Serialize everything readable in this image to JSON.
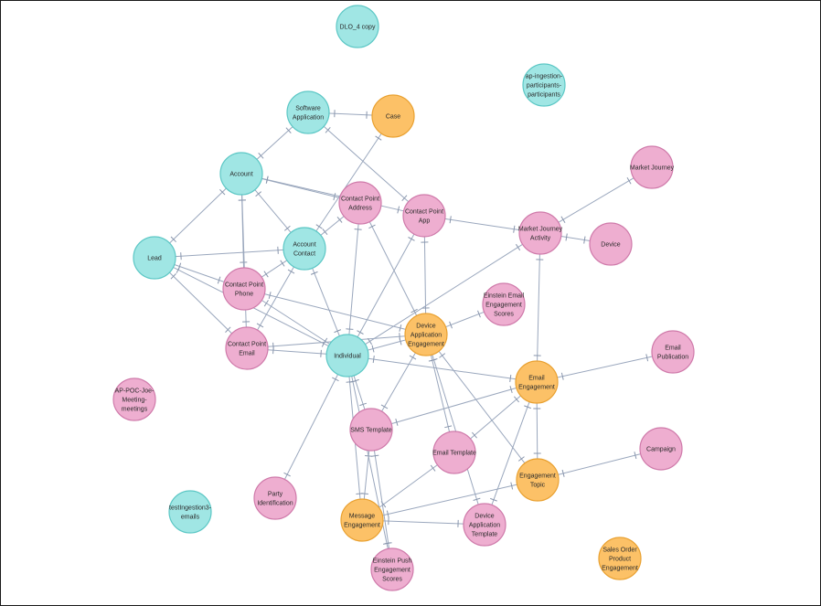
{
  "nodes": [
    {
      "id": "dlo4",
      "lines": [
        "DLO_4 copy"
      ],
      "cat": "blue"
    },
    {
      "id": "apingest",
      "lines": [
        "ap-ingestion-",
        "participants-",
        "participants"
      ],
      "cat": "blue"
    },
    {
      "id": "software",
      "lines": [
        "Software",
        "Application"
      ],
      "cat": "blue"
    },
    {
      "id": "case",
      "lines": [
        "Case"
      ],
      "cat": "orange"
    },
    {
      "id": "account",
      "lines": [
        "Account"
      ],
      "cat": "blue"
    },
    {
      "id": "cpaddress",
      "lines": [
        "Contact Point",
        "Address"
      ],
      "cat": "pink"
    },
    {
      "id": "cpapp",
      "lines": [
        "Contact Point",
        "App"
      ],
      "cat": "pink"
    },
    {
      "id": "marketjourney",
      "lines": [
        "Market Journey"
      ],
      "cat": "pink"
    },
    {
      "id": "mjactivity",
      "lines": [
        "Market Journey",
        "Activity"
      ],
      "cat": "pink"
    },
    {
      "id": "device",
      "lines": [
        "Device"
      ],
      "cat": "pink"
    },
    {
      "id": "lead",
      "lines": [
        "Lead"
      ],
      "cat": "blue"
    },
    {
      "id": "acctcontact",
      "lines": [
        "Account",
        "Contact"
      ],
      "cat": "blue"
    },
    {
      "id": "cpphone",
      "lines": [
        "Contact Point",
        "Phone"
      ],
      "cat": "pink"
    },
    {
      "id": "einsteinemail",
      "lines": [
        "Einstein Email",
        "Engagement",
        "Scores"
      ],
      "cat": "pink"
    },
    {
      "id": "devappeng",
      "lines": [
        "Device",
        "Application",
        "Engagement"
      ],
      "cat": "orange"
    },
    {
      "id": "cpemail",
      "lines": [
        "Contact Point",
        "Email"
      ],
      "cat": "pink"
    },
    {
      "id": "individual",
      "lines": [
        "Individual"
      ],
      "cat": "blue"
    },
    {
      "id": "emailpub",
      "lines": [
        "Email",
        "Publication"
      ],
      "cat": "pink"
    },
    {
      "id": "emaileng",
      "lines": [
        "Email",
        "Engagement"
      ],
      "cat": "orange"
    },
    {
      "id": "appoc",
      "lines": [
        "AP-POC-Joe-",
        "Meeting-",
        "meetings"
      ],
      "cat": "pink"
    },
    {
      "id": "smstemplate",
      "lines": [
        "SMS Template"
      ],
      "cat": "pink"
    },
    {
      "id": "emailtemplate",
      "lines": [
        "Email Template"
      ],
      "cat": "pink"
    },
    {
      "id": "campaign",
      "lines": [
        "Campaign"
      ],
      "cat": "pink"
    },
    {
      "id": "engtopic",
      "lines": [
        "Engagement",
        "Topic"
      ],
      "cat": "orange"
    },
    {
      "id": "partyid",
      "lines": [
        "Party",
        "Identification"
      ],
      "cat": "pink"
    },
    {
      "id": "testingest",
      "lines": [
        "testIngestion3-",
        "emails"
      ],
      "cat": "blue"
    },
    {
      "id": "msgeng",
      "lines": [
        "Message",
        "Engagement"
      ],
      "cat": "orange"
    },
    {
      "id": "devapptemplate",
      "lines": [
        "Device",
        "Application",
        "Template"
      ],
      "cat": "pink"
    },
    {
      "id": "salesorder",
      "lines": [
        "Sales Order",
        "Product",
        "Engagement"
      ],
      "cat": "orange"
    },
    {
      "id": "einsteinpush",
      "lines": [
        "Einstein Push",
        "Engagement",
        "Scores"
      ],
      "cat": "pink"
    }
  ],
  "edges": [
    [
      "software",
      "case"
    ],
    [
      "software",
      "cpapp"
    ],
    [
      "case",
      "acctcontact"
    ],
    [
      "software",
      "account"
    ],
    [
      "account",
      "cpaddress"
    ],
    [
      "account",
      "cpapp"
    ],
    [
      "account",
      "lead"
    ],
    [
      "account",
      "acctcontact"
    ],
    [
      "account",
      "cpphone"
    ],
    [
      "account",
      "cpemail"
    ],
    [
      "lead",
      "acctcontact"
    ],
    [
      "lead",
      "cpphone"
    ],
    [
      "lead",
      "cpemail"
    ],
    [
      "lead",
      "individual"
    ],
    [
      "acctcontact",
      "cpaddress"
    ],
    [
      "acctcontact",
      "cpphone"
    ],
    [
      "acctcontact",
      "cpemail"
    ],
    [
      "acctcontact",
      "individual"
    ],
    [
      "cpphone",
      "individual"
    ],
    [
      "cpphone",
      "devappeng"
    ],
    [
      "cpemail",
      "individual"
    ],
    [
      "cpemail",
      "devappeng"
    ],
    [
      "cpaddress",
      "individual"
    ],
    [
      "cpaddress",
      "devappeng"
    ],
    [
      "cpapp",
      "individual"
    ],
    [
      "cpapp",
      "devappeng"
    ],
    [
      "cpapp",
      "mjactivity"
    ],
    [
      "marketjourney",
      "mjactivity"
    ],
    [
      "mjactivity",
      "device"
    ],
    [
      "mjactivity",
      "emaileng"
    ],
    [
      "mjactivity",
      "individual"
    ],
    [
      "einsteinemail",
      "devappeng"
    ],
    [
      "individual",
      "devappeng"
    ],
    [
      "individual",
      "emaileng"
    ],
    [
      "individual",
      "partyid"
    ],
    [
      "individual",
      "msgeng"
    ],
    [
      "individual",
      "smstemplate"
    ],
    [
      "individual",
      "einsteinpush"
    ],
    [
      "devappeng",
      "smstemplate"
    ],
    [
      "devappeng",
      "emailtemplate"
    ],
    [
      "devappeng",
      "engtopic"
    ],
    [
      "devappeng",
      "devapptemplate"
    ],
    [
      "emaileng",
      "emailpub"
    ],
    [
      "emaileng",
      "smstemplate"
    ],
    [
      "emaileng",
      "emailtemplate"
    ],
    [
      "emaileng",
      "engtopic"
    ],
    [
      "emaileng",
      "devapptemplate"
    ],
    [
      "engtopic",
      "campaign"
    ],
    [
      "engtopic",
      "msgeng"
    ],
    [
      "msgeng",
      "emailtemplate"
    ],
    [
      "msgeng",
      "devapptemplate"
    ],
    [
      "msgeng",
      "smstemplate"
    ],
    [
      "smstemplate",
      "einsteinpush"
    ]
  ]
}
